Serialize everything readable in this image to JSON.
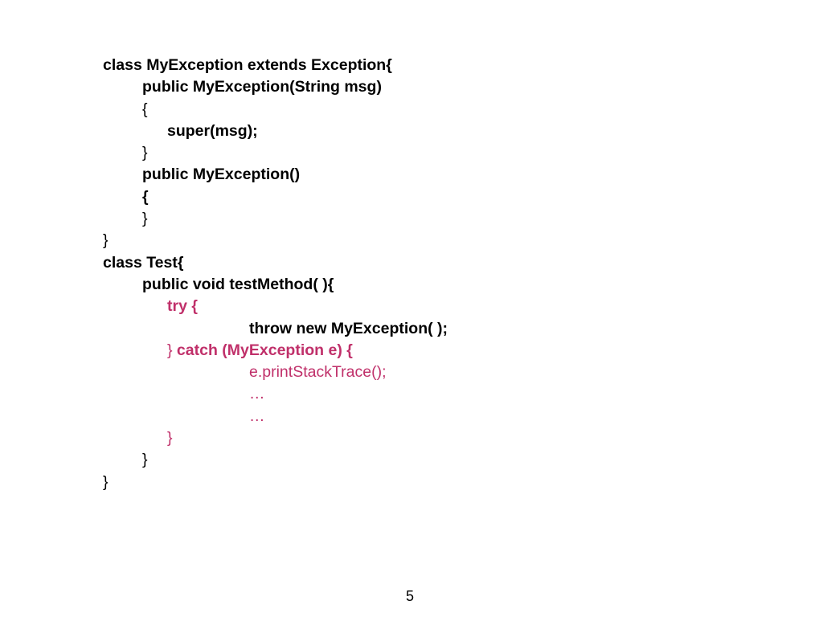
{
  "slide": {
    "lines": [
      {
        "t1": "class MyException extends Exception{"
      },
      {
        "t1": "public MyException(String msg)"
      },
      {
        "t1": "{"
      },
      {
        "t1": "super(msg);"
      },
      {
        "t1": "}"
      },
      {
        "t1": "public MyException()"
      },
      {
        "t1": "{"
      },
      {
        "t1": "}"
      },
      {
        "t1": "}"
      },
      {
        "t1": "class Test{"
      },
      {
        "t1": "public void testMethod( ){"
      },
      {
        "t1": "try {"
      },
      {
        "t1": "throw new MyException( );"
      },
      {
        "t1": "}",
        "t2": " catch (MyException e) {"
      },
      {
        "t1": "e.printStackTrace();"
      },
      {
        "t1": "…"
      },
      {
        "t1": "…"
      },
      {
        "t1": "}"
      },
      {
        "t1": "}"
      },
      {
        "t1": "}"
      }
    ],
    "page_number": "5"
  },
  "colors": {
    "text": "#000000",
    "highlight": "#c0306a",
    "background": "#ffffff"
  }
}
